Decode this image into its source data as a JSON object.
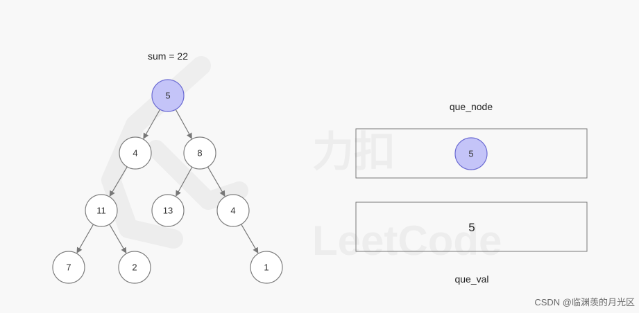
{
  "sum_label": "sum = 22",
  "que_node_label": "que_node",
  "que_val_label": "que_val",
  "que_node_values": [
    "5"
  ],
  "que_val_values": [
    "5"
  ],
  "watermark": {
    "brand": "LeetCode",
    "cjk": "力扣"
  },
  "footer": "CSDN @临渊羡的月光区",
  "colors": {
    "highlight_fill": "#c4c4f8",
    "highlight_stroke": "#6a6ad2",
    "node_stroke": "#7d7d7d",
    "node_fill": "#ffffff",
    "background": "#f8f8f8"
  },
  "tree": {
    "nodes": [
      {
        "id": "n5",
        "label": "5",
        "highlight": true
      },
      {
        "id": "n4a",
        "label": "4"
      },
      {
        "id": "n8",
        "label": "8"
      },
      {
        "id": "n11",
        "label": "11"
      },
      {
        "id": "n13",
        "label": "13"
      },
      {
        "id": "n4b",
        "label": "4"
      },
      {
        "id": "n7",
        "label": "7"
      },
      {
        "id": "n2",
        "label": "2"
      },
      {
        "id": "n1",
        "label": "1"
      }
    ],
    "edges": [
      [
        "n5",
        "n4a"
      ],
      [
        "n5",
        "n8"
      ],
      [
        "n4a",
        "n11"
      ],
      [
        "n8",
        "n13"
      ],
      [
        "n8",
        "n4b"
      ],
      [
        "n11",
        "n7"
      ],
      [
        "n11",
        "n2"
      ],
      [
        "n4b",
        "n1"
      ]
    ]
  }
}
